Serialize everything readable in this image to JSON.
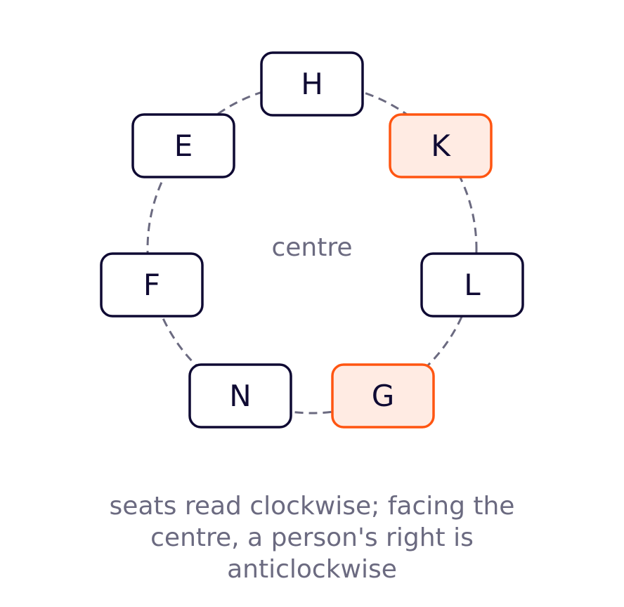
{
  "centre_label": "centre",
  "seats": [
    {
      "id": "seat-h",
      "label": "H",
      "highlighted": false
    },
    {
      "id": "seat-k",
      "label": "K",
      "highlighted": true
    },
    {
      "id": "seat-l",
      "label": "L",
      "highlighted": false
    },
    {
      "id": "seat-g",
      "label": "G",
      "highlighted": true
    },
    {
      "id": "seat-n",
      "label": "N",
      "highlighted": false
    },
    {
      "id": "seat-f",
      "label": "F",
      "highlighted": false
    },
    {
      "id": "seat-e",
      "label": "E",
      "highlighted": false
    }
  ],
  "caption": {
    "line1": "seats read clockwise; facing the",
    "line2": "centre, a person's right is",
    "line3": "anticlockwise"
  },
  "colors": {
    "seat_stroke": "#0f0a33",
    "highlight_stroke": "#ff5511",
    "highlight_fill": "#ffebe3",
    "muted_text": "#6b6a80"
  }
}
